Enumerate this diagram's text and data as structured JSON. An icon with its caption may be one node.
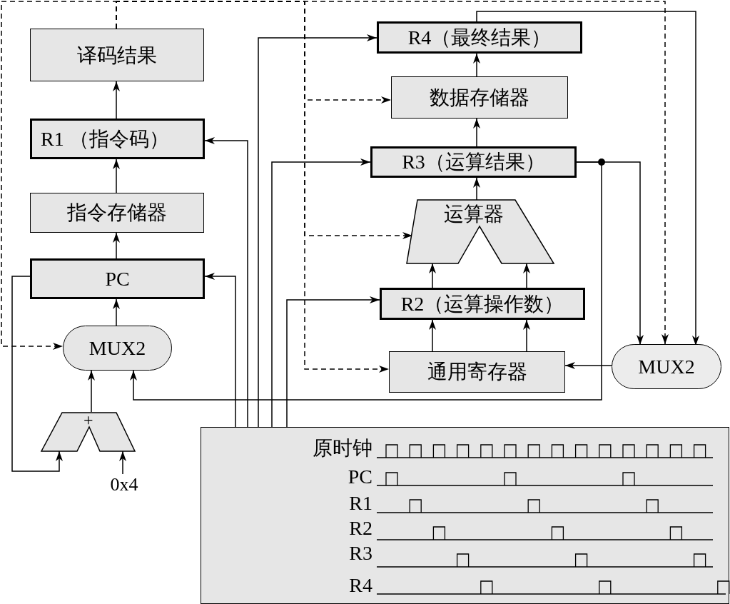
{
  "diagram": {
    "nodes": [
      {
        "text": [
          "译码结果"
        ]
      },
      {
        "text": [
          "R1 （指令码）"
        ]
      },
      {
        "text": [
          "指令存储器"
        ]
      },
      {
        "text": [
          "PC"
        ]
      },
      {
        "text": [
          "MUX2"
        ]
      },
      {
        "text": [
          "+"
        ]
      },
      {
        "text": [
          "0x4"
        ]
      },
      {
        "text": [
          "R4（最终结果）"
        ]
      },
      {
        "text": [
          "数据存储器"
        ]
      },
      {
        "text": [
          "R3（运算结果）"
        ]
      },
      {
        "text": [
          "运算器"
        ]
      },
      {
        "text": [
          "R2（运算操作数）"
        ]
      },
      {
        "text": [
          "通用寄存器"
        ]
      },
      {
        "text": [
          "MUX2"
        ]
      },
      {
        "text": [
          "原时钟",
          "PC",
          "R1",
          "R2",
          "R3",
          "R4"
        ]
      }
    ],
    "edges": [
      {
        "from": 3,
        "to": 2,
        "arrow": "to"
      },
      {
        "from": 2,
        "to": 1,
        "arrow": "to"
      },
      {
        "from": 1,
        "to": 0,
        "arrow": "to"
      },
      {
        "from": 4,
        "to": 3,
        "arrow": "to"
      },
      {
        "from": 5,
        "to": 4,
        "arrow": "to"
      },
      {
        "from": 6,
        "to": 5,
        "arrow": "to"
      },
      {
        "from": 3,
        "to": 5,
        "arrow": "to"
      },
      {
        "from": 9,
        "to": 8,
        "arrow": "to"
      },
      {
        "from": 8,
        "to": 7,
        "arrow": "to"
      },
      {
        "from": 10,
        "to": 9,
        "arrow": "to"
      },
      {
        "from": 11,
        "to": 10,
        "arrow": "to"
      },
      {
        "from": 11,
        "to": 10,
        "arrow": "to"
      },
      {
        "from": 12,
        "to": 11,
        "arrow": "to"
      },
      {
        "from": 12,
        "to": 11,
        "arrow": "to"
      },
      {
        "from": 13,
        "to": 12,
        "arrow": "to"
      },
      {
        "from": 9,
        "to": 13,
        "arrow": "to"
      },
      {
        "from": 9,
        "to": 4,
        "arrow": "to"
      },
      {
        "from": 7,
        "to": 13,
        "arrow": "to"
      },
      {
        "from": 14,
        "to": 3,
        "arrow": "to"
      },
      {
        "from": 14,
        "to": 1,
        "arrow": "to"
      },
      {
        "from": 14,
        "to": 7,
        "arrow": "to"
      },
      {
        "from": 14,
        "to": 9,
        "arrow": "to"
      },
      {
        "from": 14,
        "to": 11,
        "arrow": "to"
      },
      {
        "from": 0,
        "to": 4,
        "arrow": "to",
        "style": "dashed"
      },
      {
        "from": 0,
        "to": 13,
        "arrow": "to",
        "style": "dashed"
      },
      {
        "from": 0,
        "to": 8,
        "arrow": "to",
        "style": "dashed"
      },
      {
        "from": 0,
        "to": 10,
        "arrow": "to",
        "style": "dashed"
      },
      {
        "from": 0,
        "to": 12,
        "arrow": "to",
        "style": "dashed"
      }
    ]
  }
}
